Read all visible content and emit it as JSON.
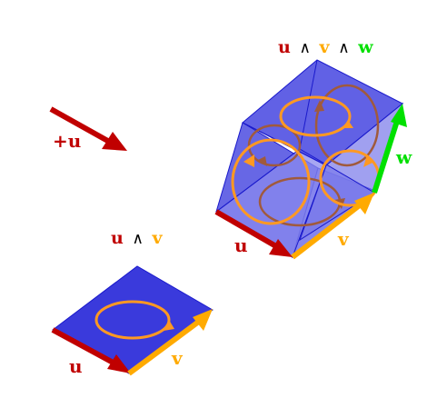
{
  "labels": {
    "plus_u": "+u",
    "u": "u",
    "v": "v",
    "w": "w",
    "wedge": "∧"
  },
  "colors": {
    "u": "#c00000",
    "v": "#ffaa00",
    "w": "#00e000",
    "wedge": "#000000",
    "face": "#3333dd",
    "edge": "#1111cc",
    "circulation_front": "#ff9922",
    "circulation_back": "#a05a3c"
  }
}
